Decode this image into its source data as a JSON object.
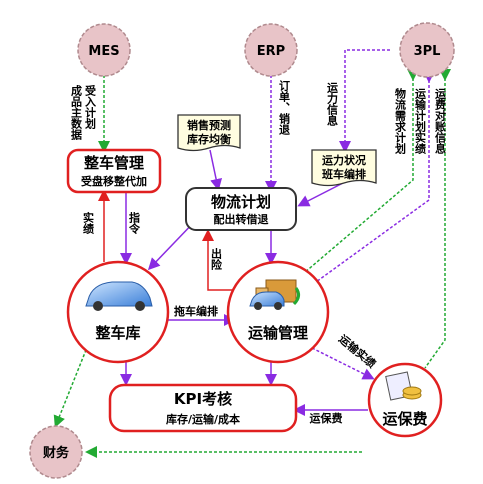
{
  "nodes": {
    "mes": "MES",
    "erp": "ERP",
    "tpl": "3PL",
    "finance": "财务",
    "vehicle_mgmt": {
      "title": "整车管理",
      "sub": "受盘移整代加"
    },
    "logistics_plan": {
      "title": "物流计划",
      "sub": "配出转借退"
    },
    "sales_forecast": {
      "line1": "销售预测",
      "line2": "库存均衡"
    },
    "capacity_status": {
      "line1": "运力状况",
      "line2": "班车编排"
    },
    "vehicle_warehouse": "整车库",
    "transport_mgmt": "运输管理",
    "kpi": {
      "title": "KPI考核",
      "sub": "库存/运输/成本"
    },
    "insurance": "运保费"
  },
  "edge_labels": {
    "mes_to_vehicle": [
      "受入计划",
      "成品主数据"
    ],
    "erp_order": [
      "订单、销退"
    ],
    "erp_capacity": [
      "运力信息"
    ],
    "tpl_demand": [
      "物流需求计划"
    ],
    "tpl_actual": [
      "运输计划实绩"
    ],
    "tpl_fee": [
      "运费对账信息"
    ],
    "actual": "实绩",
    "instruction": "指令",
    "outbound": "出险",
    "tow_schedule": "拖车编排",
    "transport_perf": "运输实绩",
    "insurance_fee": "运保费"
  },
  "colors": {
    "purple": "#9933cc",
    "green": "#22aa33",
    "red": "#e02020",
    "node_pink": "#e8c4c8",
    "arrow_purple": "#8a2be2"
  }
}
